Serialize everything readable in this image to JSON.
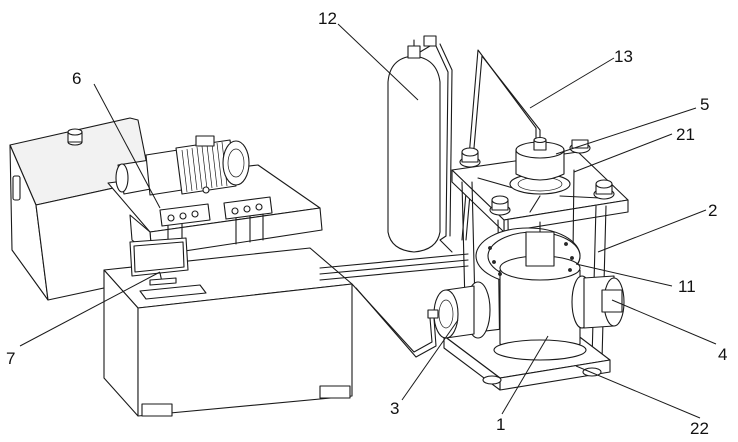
{
  "callouts": [
    {
      "id": "c1",
      "text": "1"
    },
    {
      "id": "c2",
      "text": "2"
    },
    {
      "id": "c3",
      "text": "3"
    },
    {
      "id": "c4",
      "text": "4"
    },
    {
      "id": "c5",
      "text": "5"
    },
    {
      "id": "c6",
      "text": "6"
    },
    {
      "id": "c7",
      "text": "7"
    },
    {
      "id": "c11",
      "text": "11"
    },
    {
      "id": "c12",
      "text": "12"
    },
    {
      "id": "c13",
      "text": "13"
    },
    {
      "id": "c21",
      "text": "21"
    },
    {
      "id": "c22",
      "text": "22"
    }
  ]
}
